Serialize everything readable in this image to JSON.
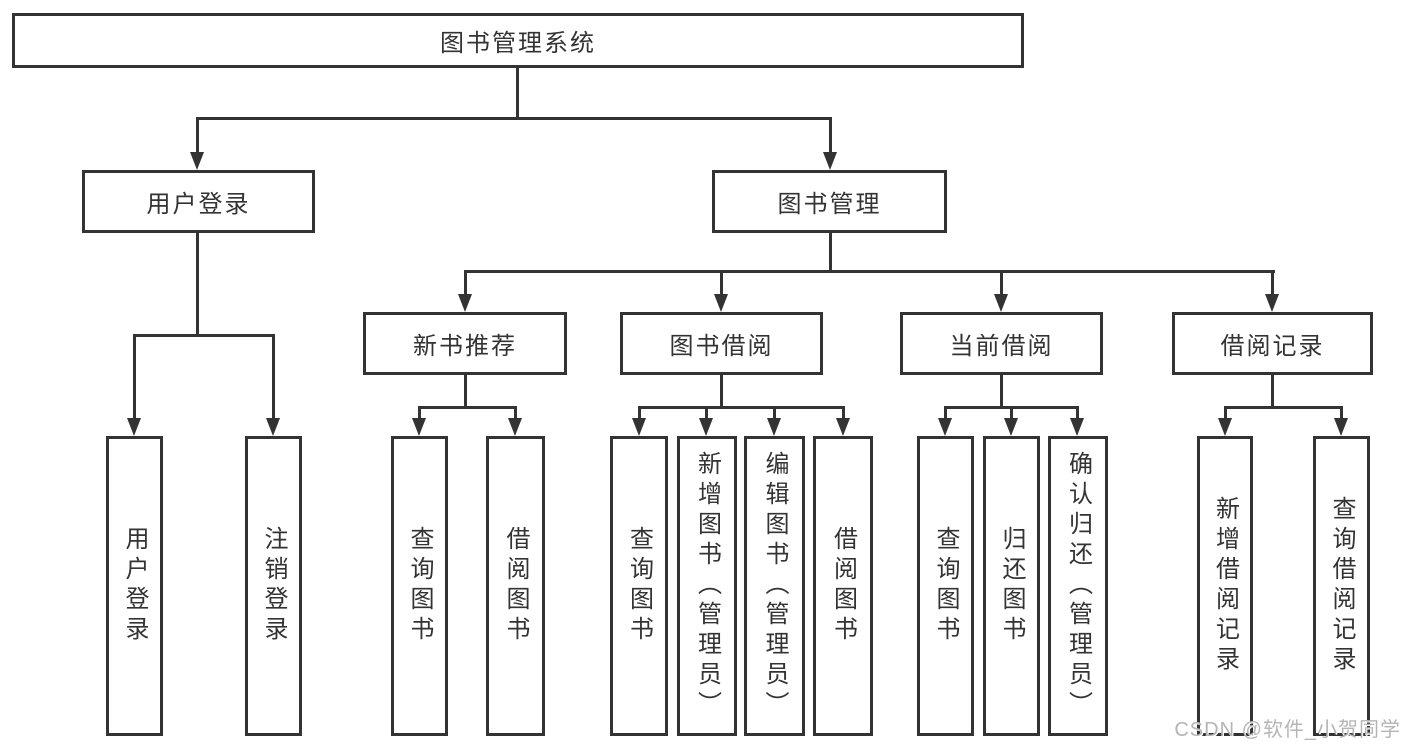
{
  "diagram": {
    "root": "图书管理系统",
    "level2": [
      {
        "label": "用户登录",
        "children": [
          "用户登录",
          "注销登录"
        ]
      },
      {
        "label": "图书管理",
        "children": [
          {
            "label": "新书推荐",
            "children": [
              "查询图书",
              "借阅图书"
            ]
          },
          {
            "label": "图书借阅",
            "children": [
              "查询图书",
              "新增图书（管理员）",
              "编辑图书（管理员）",
              "借阅图书"
            ]
          },
          {
            "label": "当前借阅",
            "children": [
              "查询图书",
              "归还图书",
              "确认归还（管理员）"
            ]
          },
          {
            "label": "借阅记录",
            "children": [
              "新增借阅记录",
              "查询借阅记录"
            ]
          }
        ]
      }
    ]
  },
  "watermark": {
    "text": "CSDN @软件_小贺同学"
  },
  "colors": {
    "line": "#333333",
    "box_background": "#ffffff",
    "text": "#333333",
    "watermark": "#b5b5b5"
  }
}
